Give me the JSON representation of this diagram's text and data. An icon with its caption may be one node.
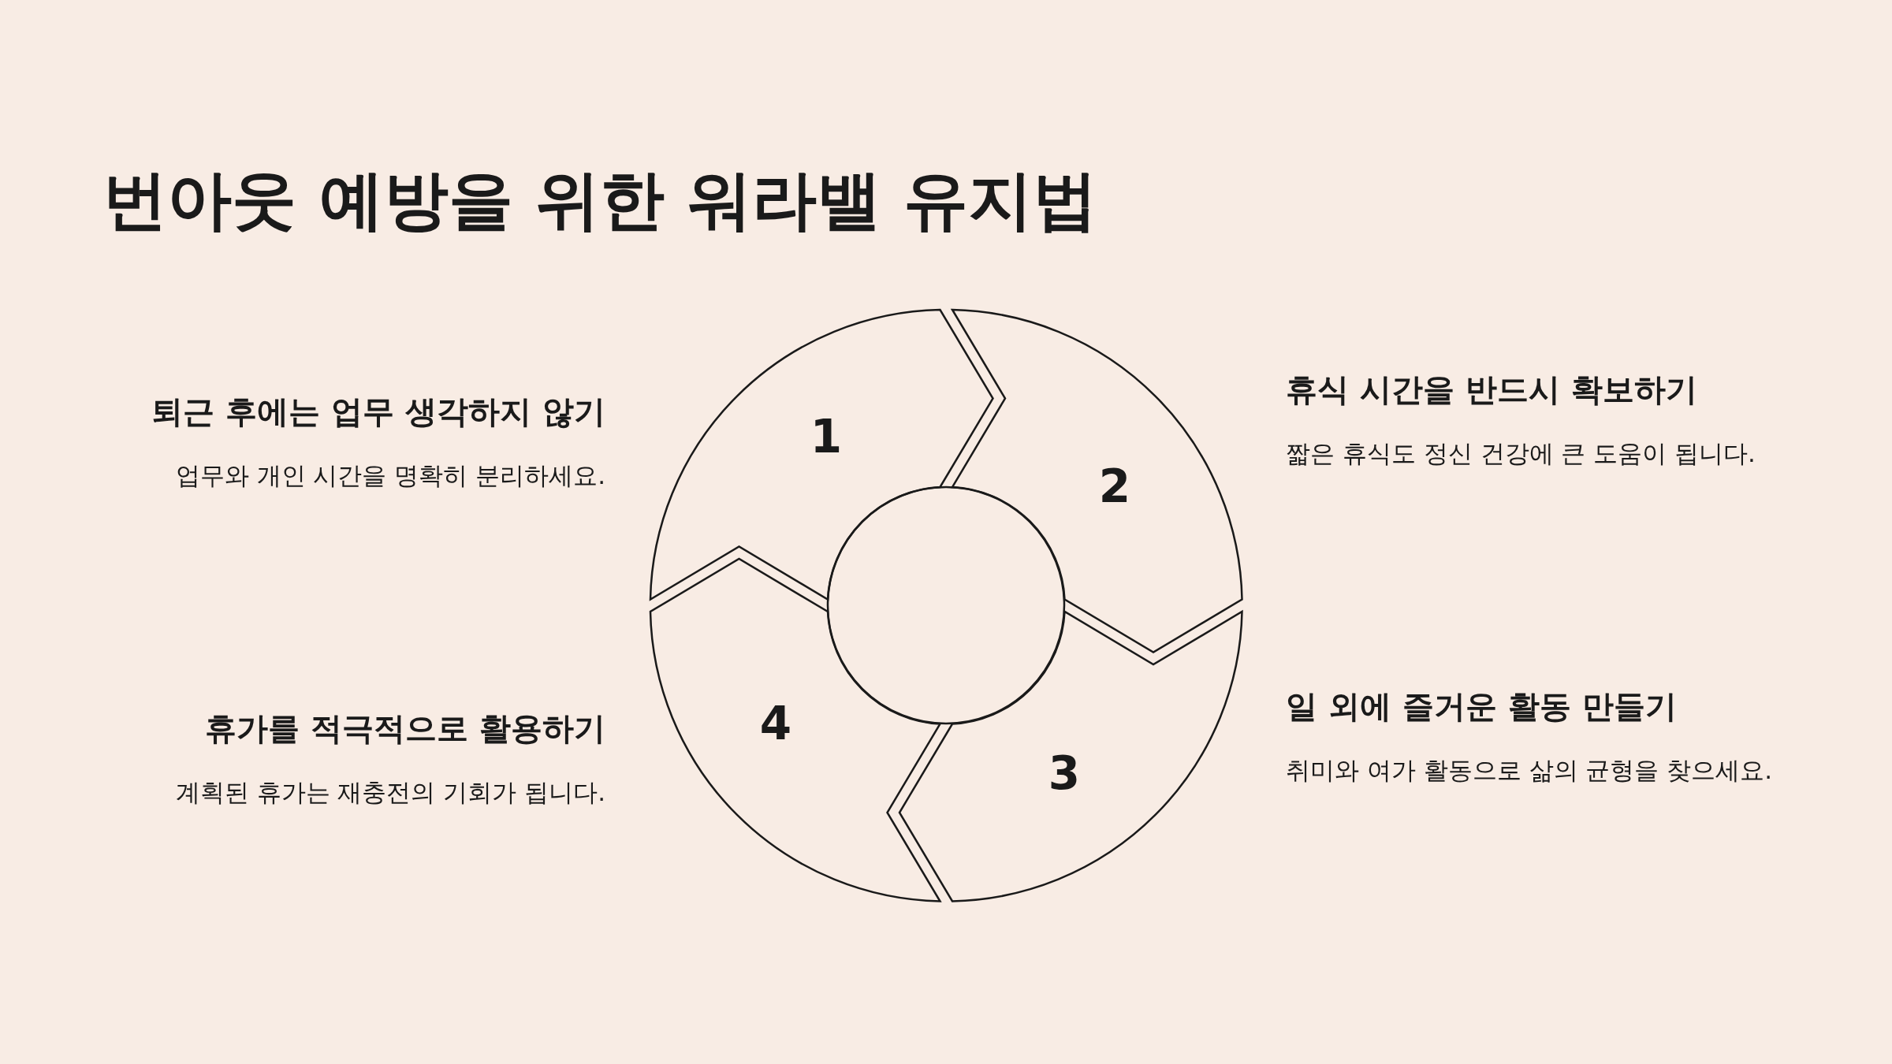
{
  "diagram": {
    "title": "번아웃 예방을 위한 워라밸 유지법",
    "nodes": [
      {
        "text": [
          "1"
        ]
      },
      {
        "text": [
          "2"
        ]
      },
      {
        "text": [
          "3"
        ]
      },
      {
        "text": [
          "4"
        ]
      },
      {
        "text": [],
        "shape": "circle"
      }
    ],
    "labels": [
      "퇴근 후에는 업무 생각하지 않기",
      "업무와 개인 시간을 명확히 분리하세요.",
      "휴식 시간을 반드시 확보하기",
      "짧은 휴식도 정신 건강에 큰 도움이 됩니다.",
      "일 외에 즐거운 활동 만들기",
      "취미와 여가 활동으로 삶의 균형을 찾으세요.",
      "휴가를 적극적으로 활용하기",
      "계획된 휴가는 재충전의 기회가 됩니다."
    ]
  }
}
